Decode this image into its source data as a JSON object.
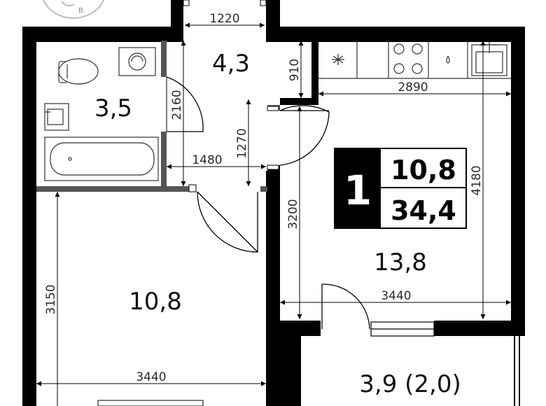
{
  "colors": {
    "wall": "#000000",
    "partition": "#555555",
    "fixture_stroke": "#333333",
    "dim_line": "#000000",
    "badge_bg": "#000000",
    "badge_fg": "#ffffff",
    "text": "#111111"
  },
  "logo": {
    "letter": "B"
  },
  "rooms": {
    "hall": "4,3",
    "bathroom": "3,5",
    "bedroom": "10,8",
    "living": "13,8",
    "balcony": "3,9 (2,0)"
  },
  "badge": {
    "rooms_count": "1",
    "living_area": "10,8",
    "total_area": "34,4"
  },
  "dimensions": {
    "entrance_width": "1220",
    "hall_depth": "2160",
    "niche_depth": "910",
    "kitchen_width": "2890",
    "hall_inner_depth": "1270",
    "bath_width": "1480",
    "living_width": "3440",
    "living_depth": "3200",
    "kitchen_depth": "4180",
    "bedroom_depth": "3150",
    "bedroom_width": "3440"
  },
  "icons": {
    "washer": "washing-machine-icon",
    "toilet": "toilet-icon",
    "sink": "sink-icon",
    "bathtub": "bathtub-icon",
    "fridge": "fridge-icon",
    "stove": "stove-icon",
    "kitchen_sink": "kitchen-sink-icon",
    "faucet": "faucet-icon"
  }
}
